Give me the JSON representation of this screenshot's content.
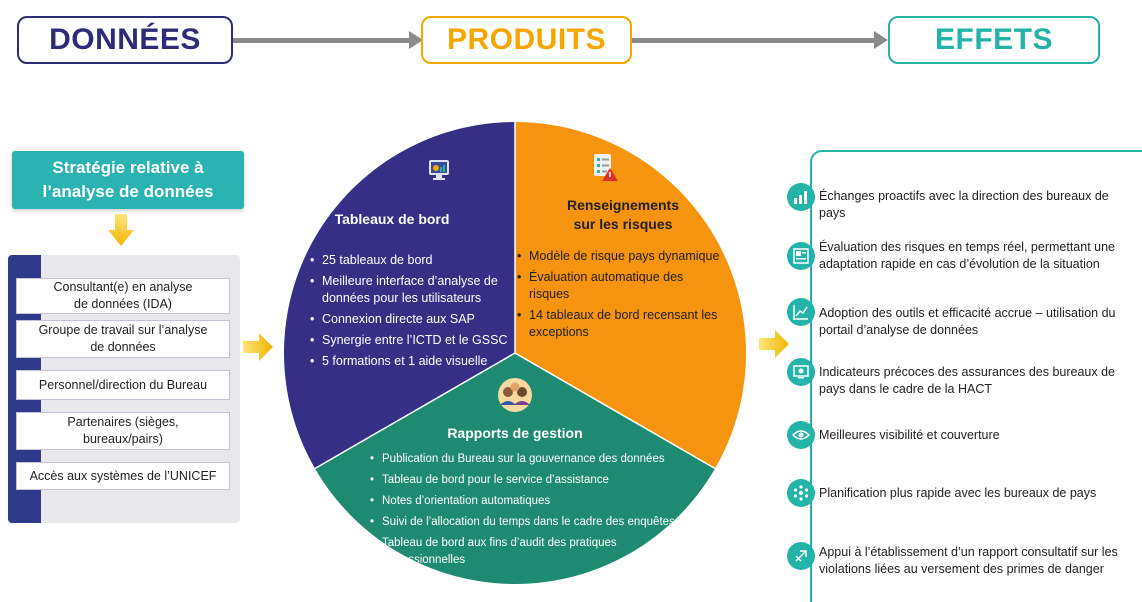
{
  "headers": {
    "data": "DONNÉES",
    "products": "PRODUITS",
    "effects": "EFFETS"
  },
  "strategy": {
    "title_line1": "Stratégie relative à",
    "title_line2": "l’analyse de données"
  },
  "left_items": [
    {
      "line1": "Consultant(e) en analyse",
      "line2": "de données (IDA)"
    },
    {
      "line1": "Groupe de travail sur l’analyse",
      "line2": "de données"
    },
    {
      "line1": "Personnel/direction du Bureau",
      "line2": ""
    },
    {
      "line1": "Partenaires (sièges,",
      "line2": "bureaux/pairs)"
    },
    {
      "line1": "Accès aux systèmes de l’UNICEF",
      "line2": ""
    }
  ],
  "sections": {
    "dashboards": {
      "title": "Tableaux de bord",
      "color": "#352f86",
      "items": [
        "25 tableaux de bord",
        "Meilleure interface d’analyse de données pour les utilisateurs",
        "Connexion directe aux SAP",
        "Synergie entre l’ICTD et le GSSC",
        "5 formations et 1 aide visuelle"
      ]
    },
    "risks": {
      "title_line1": "Renseignements",
      "title_line2": "sur les risques",
      "color": "#f7940f",
      "items": [
        "Modèle de risque pays dynamique",
        "Évaluation automatique des risques",
        "14 tableaux de bord recensant les exceptions"
      ]
    },
    "management": {
      "title": "Rapports de gestion",
      "color": "#1f8a72",
      "items": [
        "Publication du Bureau sur la gouvernance des données",
        "Tableau de bord pour le service d’assistance",
        "Notes d’orientation automatiques",
        "Suivi de l’allocation du temps dans le cadre des enquêtes",
        "Tableau de bord aux fins d’audit des pratiques professionnelles"
      ]
    }
  },
  "effects": [
    {
      "icon": "bar-chart-icon",
      "text": "Échanges proactifs avec la direction des bureaux de pays"
    },
    {
      "icon": "dashboard-icon",
      "text": "Évaluation des risques en temps réel, permettant une adaptation rapide en cas d’évolution de la situation"
    },
    {
      "icon": "line-chart-icon",
      "text": "Adoption des outils et efficacité accrue – utilisation du portail d’analyse de données"
    },
    {
      "icon": "monitor-icon",
      "text": "Indicateurs précoces des assurances des bureaux de pays dans le cadre de la HACT"
    },
    {
      "icon": "eye-icon",
      "text": "Meilleures visibilité et couverture"
    },
    {
      "icon": "network-icon",
      "text": "Planification plus rapide avec les bureaux de pays"
    },
    {
      "icon": "alert-icon",
      "text": "Appui à l’établissement d’un rapport consultatif sur les violations liées au versement des primes de danger"
    }
  ],
  "colors": {
    "navy": "#2e2b7a",
    "orange": "#f7a600",
    "teal": "#23b3a8",
    "arrow_yellow": "#f5c400"
  }
}
